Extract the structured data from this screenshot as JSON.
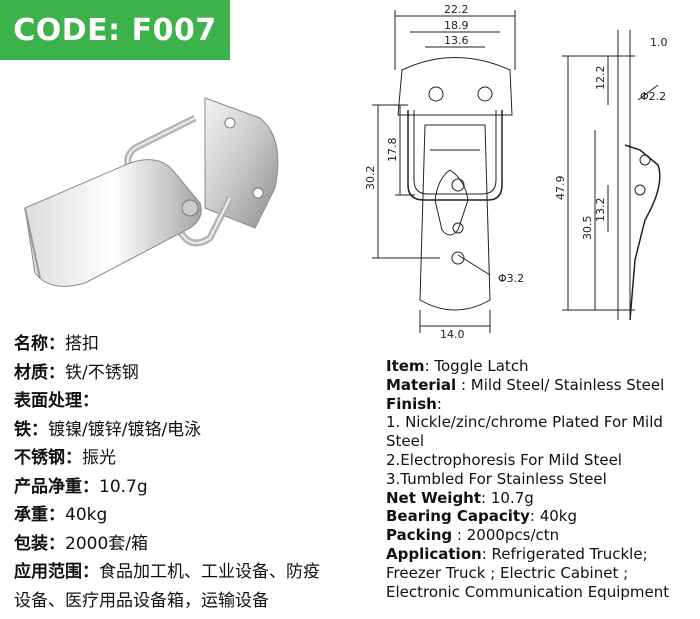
{
  "header": {
    "code": "CODE: F007"
  },
  "drawing": {
    "dims": {
      "w1": "22.2",
      "w2": "18.9",
      "w3": "13.6",
      "t": "1.0",
      "h1": "12.2",
      "hole": "Φ2.2",
      "h2": "30.2",
      "h3": "17.8",
      "h4": "47.9",
      "h5": "30.5",
      "h6": "13.2",
      "hole2": "Φ3.2",
      "w4": "14.0"
    }
  },
  "cn": {
    "item_label": "名称：",
    "item_value": "搭扣",
    "material_label": "材质：",
    "material_value": "铁/不锈钢",
    "finish_label": "表面处理：",
    "iron_label": "铁：",
    "iron_value": "镀镍/镀锌/镀铬/电泳",
    "ss_label": "不锈钢：",
    "ss_value": "振光",
    "weight_label": "产品净重：",
    "weight_value": "10.7g",
    "load_label": "承重：",
    "load_value": "40kg",
    "pack_label": "包装：",
    "pack_value": "2000套/箱",
    "app_label": "应用范围：",
    "app_value_1": "食品加工机、工业设备、防疫",
    "app_value_2": "设备、医疗用品设备箱，运输设备"
  },
  "en": {
    "item_label": "Item",
    "item_value": ": Toggle Latch",
    "material_label": "Material",
    "material_value": " : Mild Steel/ Stainless Steel",
    "finish_label": "Finish",
    "finish_colon": ":",
    "finish_1": "1. Nickle/zinc/chrome Plated For Mild Steel",
    "finish_2": "2.Electrophoresis For Mild Steel",
    "finish_3": "3.Tumbled For Stainless Steel",
    "weight_label": "Net Weight",
    "weight_value": ": 10.7g",
    "load_label": "Bearing Capacity",
    "load_value": ": 40kg",
    "pack_label": "Packing",
    "pack_value": " : 2000pcs/ctn",
    "app_label": "Application",
    "app_value": ": Refrigerated Truckle;",
    "app_2": "Freezer Truck ; Electric Cabinet ;",
    "app_3": "Electronic Communication Equipment"
  }
}
